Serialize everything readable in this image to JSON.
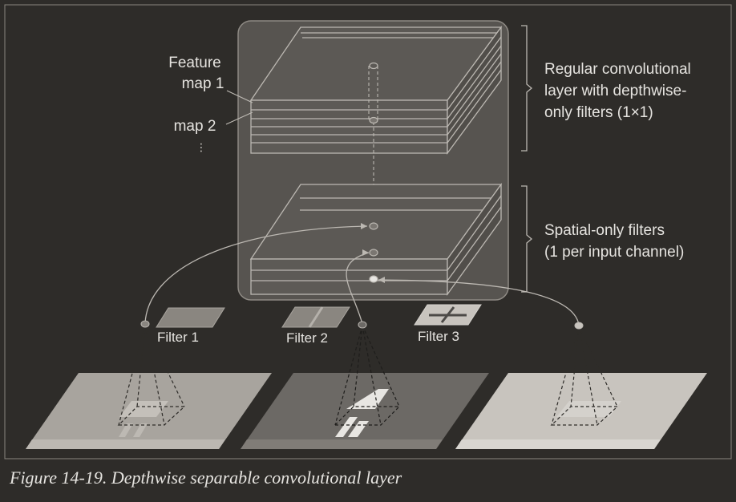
{
  "figure": {
    "caption": "Figure 14-19. Depthwise separable convolutional layer"
  },
  "labels": {
    "feature_map_1_line1": "Feature",
    "feature_map_1_line2": "map 1",
    "feature_map_2": "map 2",
    "ellipsis": "...",
    "regular_layer_line1": "Regular convolutional",
    "regular_layer_line2": "layer with depthwise-",
    "regular_layer_line3": "only filters (1×1)",
    "spatial_line1": "Spatial-only filters",
    "spatial_line2": "(1 per input channel)",
    "filter_1": "Filter 1",
    "filter_2": "Filter 2",
    "filter_3": "Filter 3"
  },
  "colors": {
    "background": "#2e2c29",
    "panel": "#575450",
    "panel_stroke": "#8e8a84",
    "line": "#bcb8b2",
    "text": "#e6e4e0",
    "input_map_1": "#a8a49e",
    "input_map_2": "#6c6965",
    "input_map_3": "#c8c4be"
  }
}
